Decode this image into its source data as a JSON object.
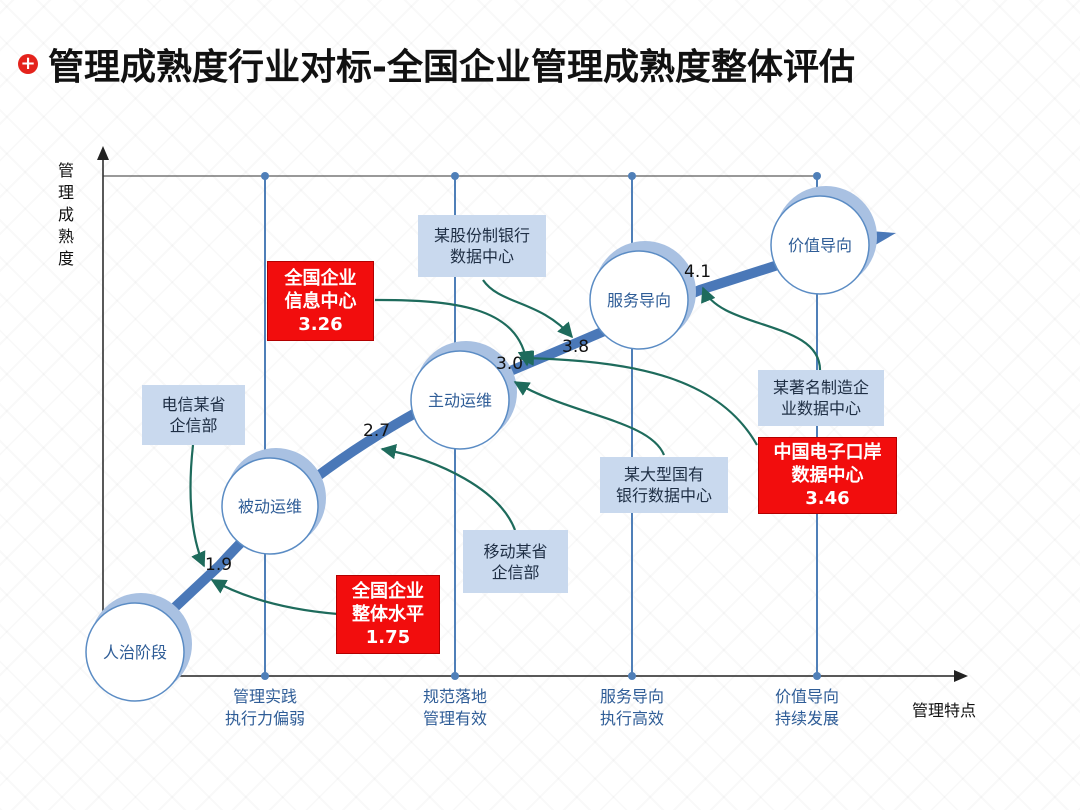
{
  "title": "管理成熟度行业对标-全国企业管理成熟度整体评估",
  "y_axis_label": [
    "管",
    "理",
    "成",
    "熟",
    "度"
  ],
  "x_axis_label": "管理特点",
  "stages": [
    "人治阶段",
    "被动运维",
    "主动运维",
    "服务导向",
    "价值导向"
  ],
  "x_categories": [
    [
      "管理实践",
      "执行力偏弱"
    ],
    [
      "规范落地",
      "管理有效"
    ],
    [
      "服务导向",
      "执行高效"
    ],
    [
      "价值导向",
      "持续发展"
    ]
  ],
  "scores": [
    "1.9",
    "2.7",
    "3.0",
    "3.8",
    "4.1"
  ],
  "benchmarks": {
    "telecom": [
      "电信某省",
      "企信部"
    ],
    "bank_joint": [
      "某股份制银行",
      "数据中心"
    ],
    "mobile": [
      "移动某省",
      "企信部"
    ],
    "bank_state": [
      "某大型国有",
      "银行数据中心"
    ],
    "manufacturer": [
      "某著名制造企",
      "业数据中心"
    ]
  },
  "highlights": {
    "national_info": [
      "全国企业",
      "信息中心",
      "3.26"
    ],
    "national_overall": [
      "全国企业",
      "整体水平",
      "1.75"
    ],
    "china_port": [
      "中国电子口岸",
      "数据中心",
      "3.46"
    ]
  },
  "colors": {
    "accent_red": "#f20d0d",
    "arrow_blue": "#4a78b8",
    "axis_blue": "#4f7fb8",
    "callout_green": "#1e6b5c",
    "box_blue": "#c9d9ee"
  }
}
